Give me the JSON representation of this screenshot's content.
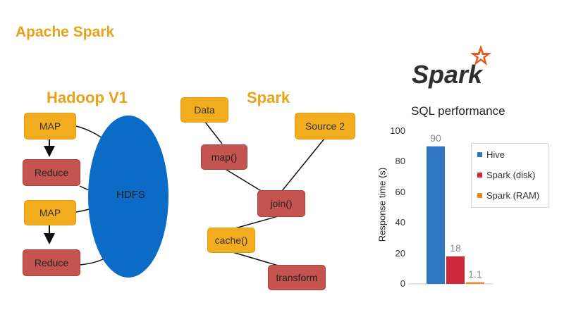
{
  "title": "Apache Spark",
  "hadoop": {
    "title": "Hadoop V1",
    "nodes": [
      "MAP",
      "Reduce",
      "MAP",
      "Reduce"
    ],
    "hdfs_label": "HDFS"
  },
  "spark_flow": {
    "title": "Spark",
    "nodes": {
      "data": "Data",
      "source2": "Source 2",
      "map": "map()",
      "join": "join()",
      "cache": "cache()",
      "transform": "transform"
    }
  },
  "logo": {
    "text": "Spark"
  },
  "chart_data": {
    "type": "bar",
    "title": "SQL performance",
    "ylabel": "Response time (s)",
    "ylim": [
      0,
      100
    ],
    "yticks": [
      "0",
      "20",
      "40",
      "60",
      "80",
      "100"
    ],
    "series": [
      {
        "name": "Hive",
        "value": 90,
        "label": "90",
        "color": "#2f78bf"
      },
      {
        "name": "Spark (disk)",
        "value": 18,
        "label": "18",
        "color": "#d0283b"
      },
      {
        "name": "Spark (RAM)",
        "value": 1.1,
        "label": "1.1",
        "color": "#e98b23"
      }
    ]
  }
}
